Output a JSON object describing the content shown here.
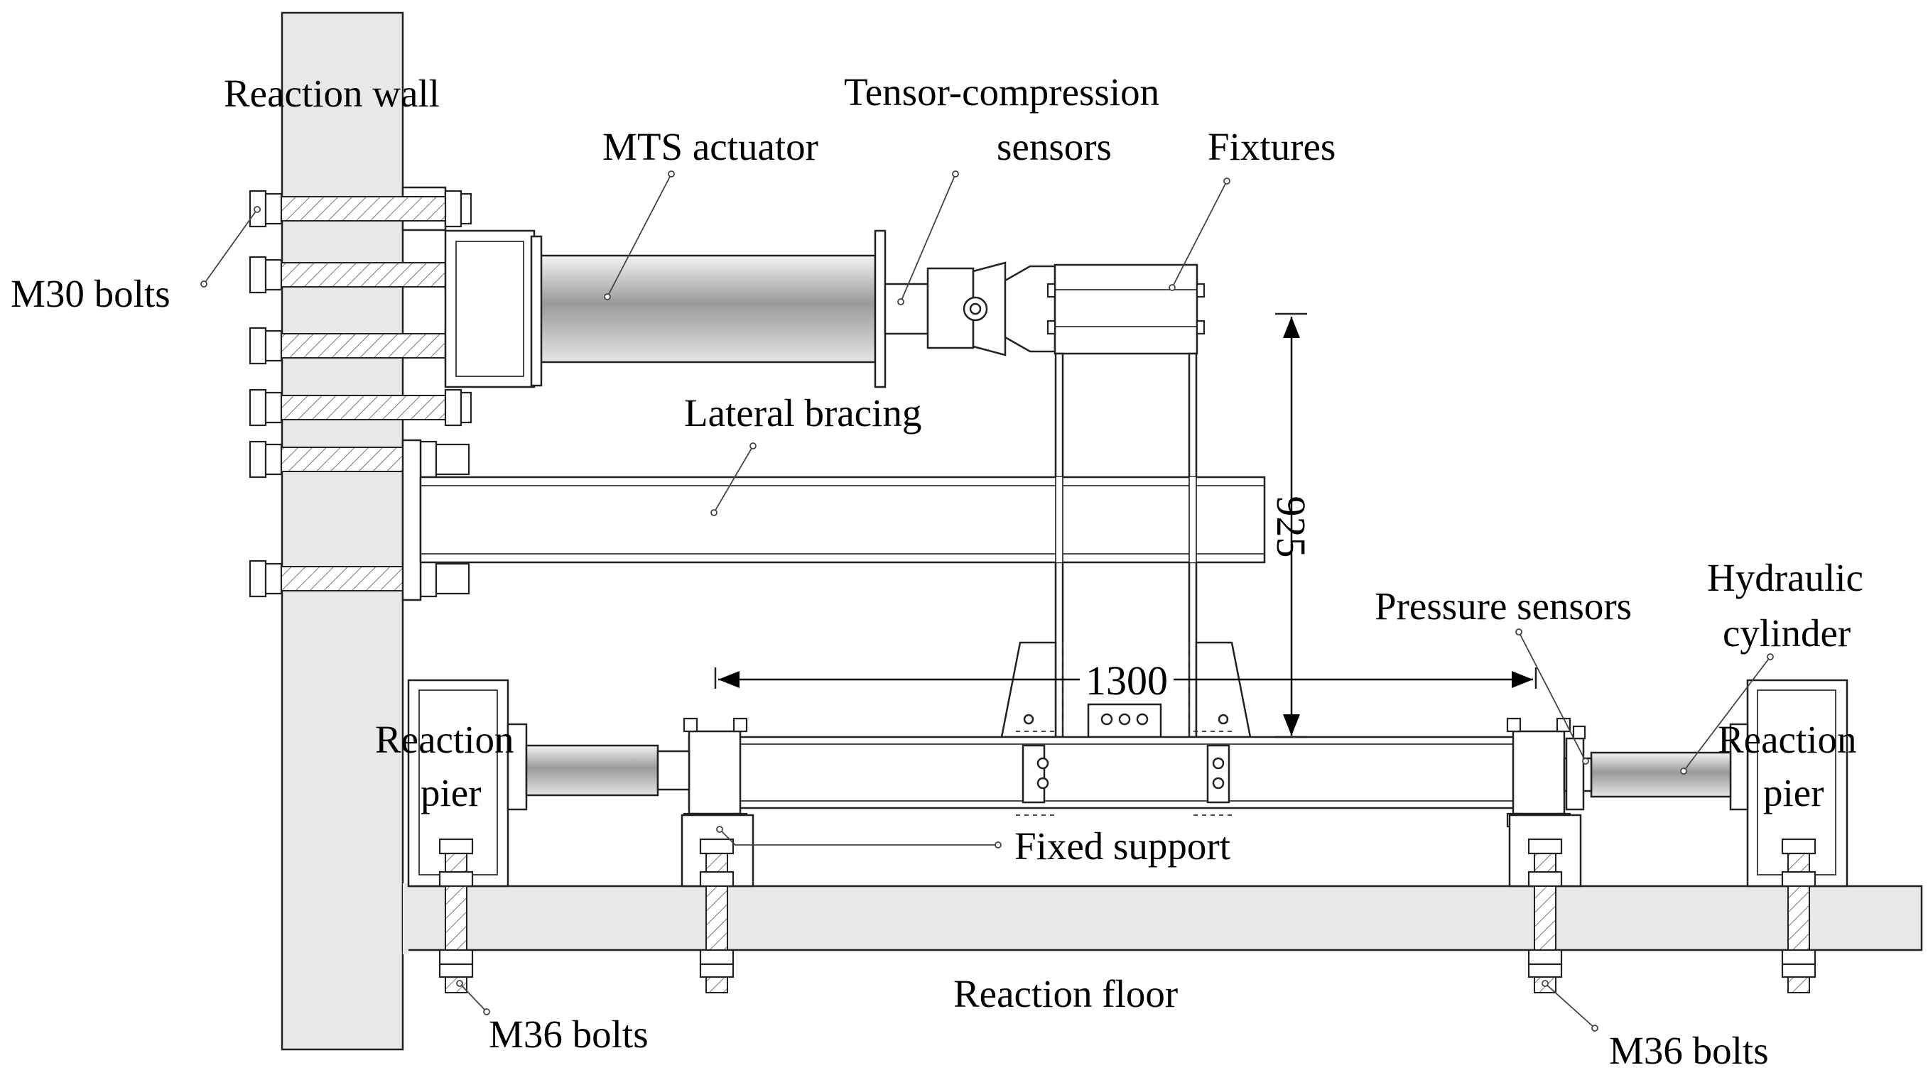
{
  "labels": {
    "reaction_wall": "Reaction wall",
    "mts_actuator": "MTS actuator",
    "tensor_compression_1": "Tensor-compression",
    "tensor_compression_2": "sensors",
    "fixtures": "Fixtures",
    "m30_bolts": "M30 bolts",
    "lateral_bracing": "Lateral bracing",
    "dim_vertical": "925",
    "dim_horizontal": "1300",
    "pressure_sensors": "Pressure sensors",
    "hydraulic_1": "Hydraulic",
    "hydraulic_2": "cylinder",
    "reaction_pier_left_1": "Reaction",
    "reaction_pier_left_2": "pier",
    "reaction_pier_right_1": "Reaction",
    "reaction_pier_right_2": "pier",
    "fixed_support": "Fixed support",
    "reaction_floor": "Reaction floor",
    "m36_bolts_left": "M36 bolts",
    "m36_bolts_right": "M36 bolts"
  }
}
